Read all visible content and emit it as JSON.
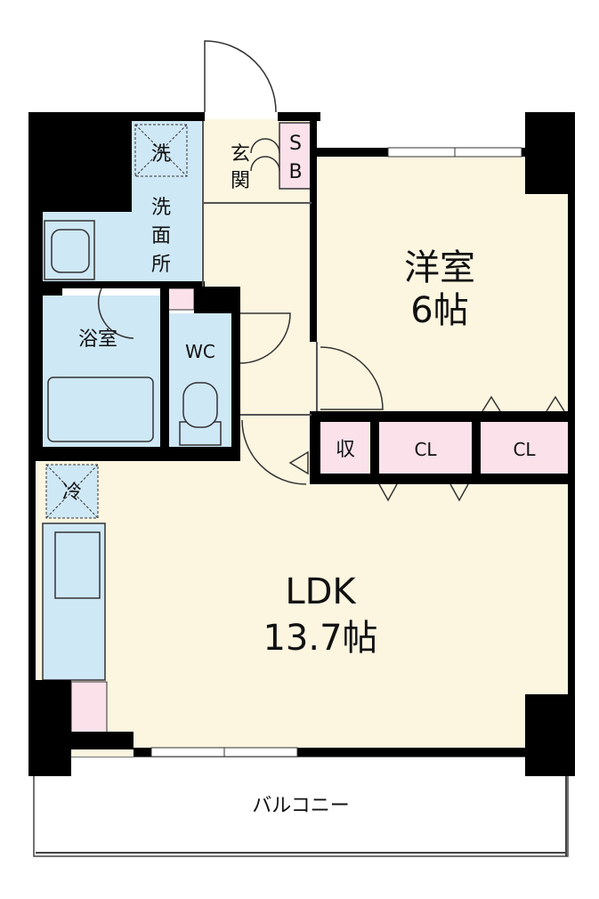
{
  "rooms": {
    "western_room": {
      "name": "洋室",
      "size": "6帖"
    },
    "ldk": {
      "name": "LDK",
      "size": "13.7帖"
    },
    "entrance": {
      "line1": "玄",
      "line2": "関"
    },
    "shoe_box": {
      "line1": "S",
      "line2": "B"
    },
    "washroom": {
      "line1": "洗",
      "line2": "面",
      "line3": "所"
    },
    "washer": "洗",
    "bath": "浴室",
    "wc": "WC",
    "storage": "収",
    "closet_1": "CL",
    "closet_2": "CL",
    "fridge": "冷",
    "balcony": "バルコニー"
  },
  "colors": {
    "wall": "#000000",
    "room_fill": "#fcf5e0",
    "wet_area_fill": "#cfe8f6",
    "storage_fill": "#fae1ea",
    "balcony_fill": "#ffffff"
  }
}
